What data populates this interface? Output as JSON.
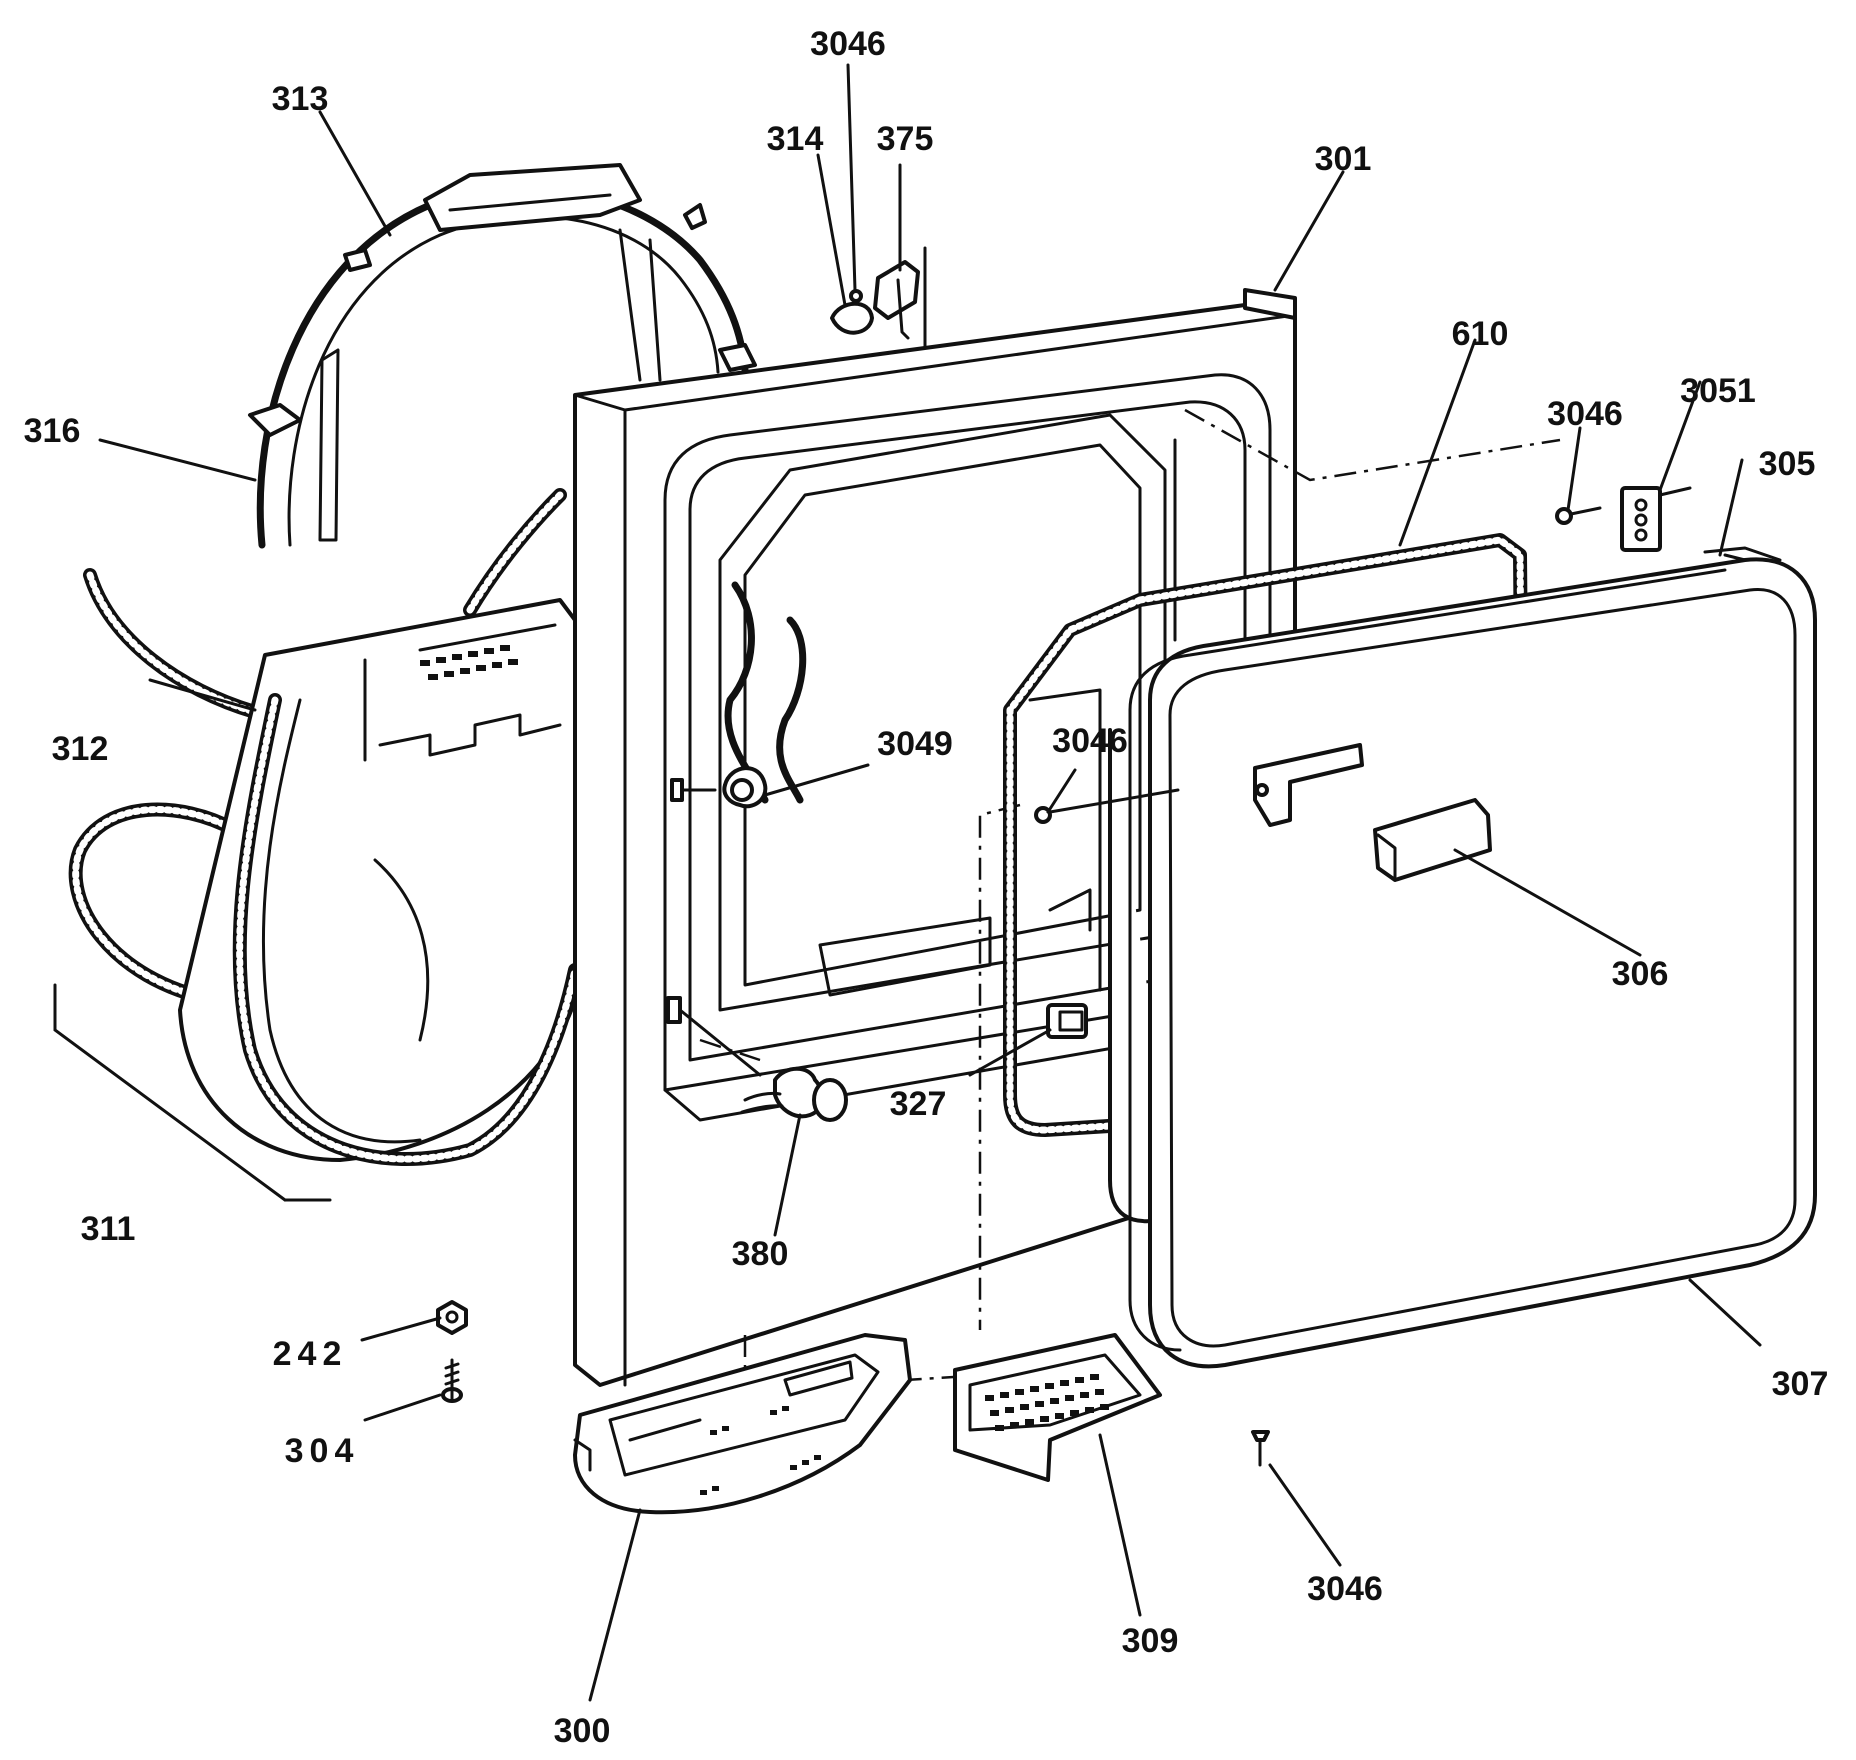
{
  "diagram": {
    "callouts": [
      {
        "id": "c-3046-top",
        "label": "3046"
      },
      {
        "id": "c-313",
        "label": "313"
      },
      {
        "id": "c-314",
        "label": "314"
      },
      {
        "id": "c-375",
        "label": "375"
      },
      {
        "id": "c-301",
        "label": "301"
      },
      {
        "id": "c-610",
        "label": "610"
      },
      {
        "id": "c-3046-right",
        "label": "3046"
      },
      {
        "id": "c-3051",
        "label": "3051"
      },
      {
        "id": "c-305",
        "label": "305"
      },
      {
        "id": "c-316",
        "label": "316"
      },
      {
        "id": "c-312",
        "label": "312"
      },
      {
        "id": "c-3049",
        "label": "3049"
      },
      {
        "id": "c-3046-mid",
        "label": "3046"
      },
      {
        "id": "c-306",
        "label": "306"
      },
      {
        "id": "c-327",
        "label": "327"
      },
      {
        "id": "c-311",
        "label": "311"
      },
      {
        "id": "c-380",
        "label": "380"
      },
      {
        "id": "c-242",
        "label": "242"
      },
      {
        "id": "c-304",
        "label": "304"
      },
      {
        "id": "c-307",
        "label": "307"
      },
      {
        "id": "c-3046-bottom",
        "label": "3046"
      },
      {
        "id": "c-309",
        "label": "309"
      },
      {
        "id": "c-300",
        "label": "300"
      }
    ]
  }
}
